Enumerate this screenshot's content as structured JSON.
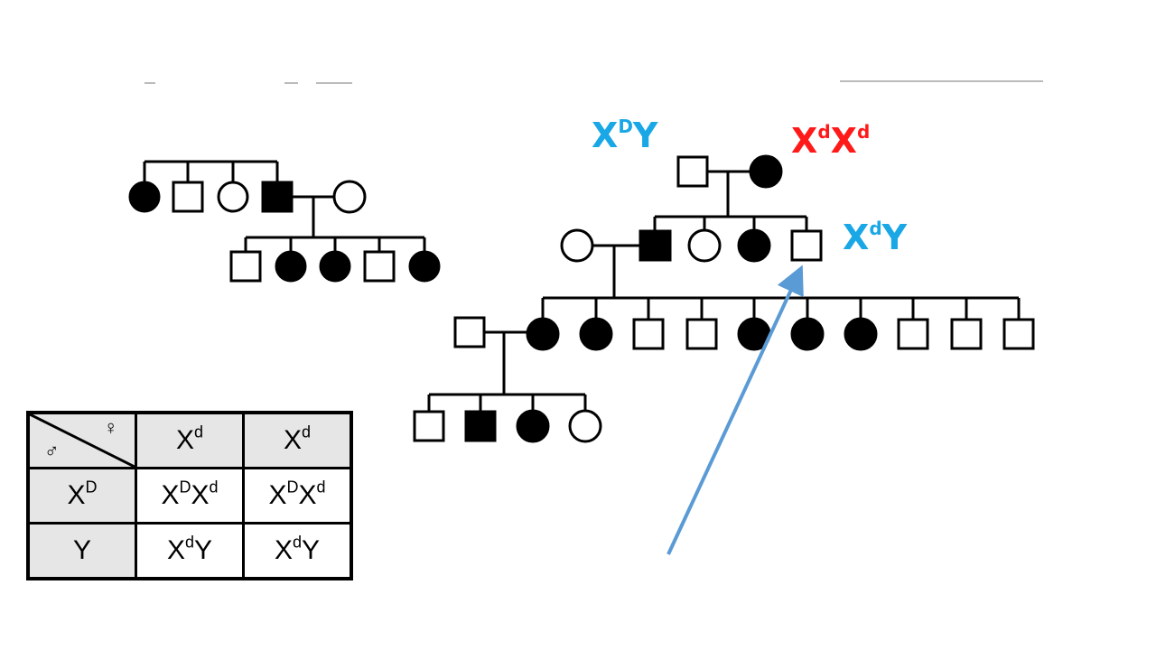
{
  "colors": {
    "line": "#000000",
    "affected": "#000000",
    "unaffected_fill": "#ffffff",
    "genotype_blue": "#1aa7e6",
    "genotype_red": "#ff1a1a",
    "arrow": "#5b9bd5",
    "table_header_bg": "#e6e6e6"
  },
  "annotations": {
    "grandfather": {
      "base1": "X",
      "sup": "D",
      "base2": "Y"
    },
    "grandmother": {
      "base1": "X",
      "sup1": "d",
      "base2": "X",
      "sup2": "d"
    },
    "son": {
      "base1": "X",
      "sup": "d",
      "base2": "Y"
    }
  },
  "punnett": {
    "female_symbol": "♀",
    "male_symbol": "♂",
    "col_headers": [
      {
        "base": "X",
        "sup": "d"
      },
      {
        "base": "X",
        "sup": "d"
      }
    ],
    "rows": [
      {
        "header": {
          "base": "X",
          "sup": "D"
        },
        "cells": [
          {
            "base1": "X",
            "sup1": "D",
            "base2": "X",
            "sup2": "d"
          },
          {
            "base1": "X",
            "sup1": "D",
            "base2": "X",
            "sup2": "d"
          }
        ]
      },
      {
        "header": {
          "base": "Y",
          "sup": ""
        },
        "cells": [
          {
            "base1": "X",
            "sup1": "d",
            "base2": "Y",
            "sup2": ""
          },
          {
            "base1": "X",
            "sup1": "d",
            "base2": "Y",
            "sup2": ""
          }
        ]
      }
    ]
  }
}
